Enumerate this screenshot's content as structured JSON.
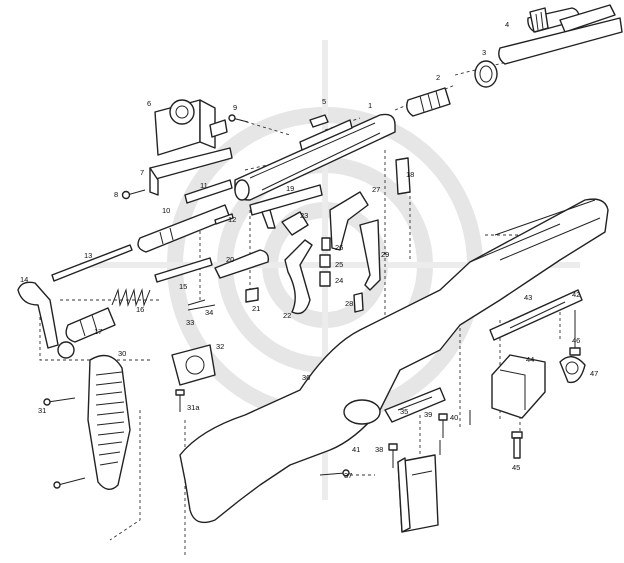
{
  "diagram": {
    "type": "exploded-parts-diagram",
    "part_numbers": [
      "1",
      "2",
      "3",
      "4",
      "5",
      "6",
      "7",
      "8",
      "9",
      "10",
      "11",
      "12",
      "13",
      "14",
      "15",
      "16",
      "17",
      "18",
      "19",
      "20",
      "21",
      "22",
      "23",
      "24",
      "25",
      "26",
      "27",
      "28",
      "29",
      "30",
      "31",
      "31a",
      "32",
      "33",
      "34",
      "35",
      "36",
      "37",
      "38",
      "39",
      "40",
      "41",
      "42",
      "43",
      "44",
      "45",
      "46",
      "47"
    ]
  }
}
